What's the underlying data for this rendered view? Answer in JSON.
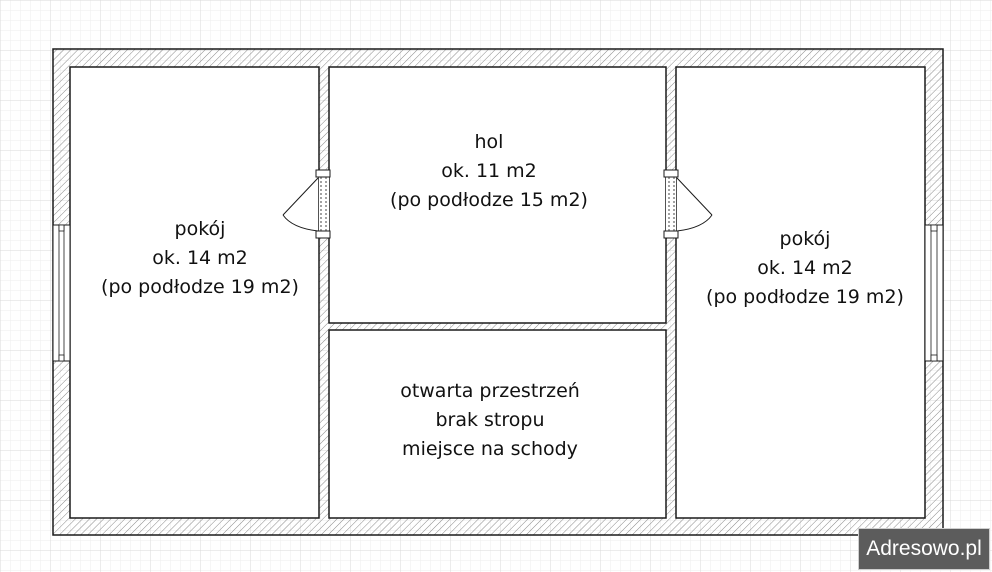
{
  "rooms": {
    "left": {
      "name": "pokój",
      "area": "ok. 14 m2",
      "floor_area": "(po podłodze 19 m2)"
    },
    "hall": {
      "name": "hol",
      "area": "ok. 11 m2",
      "floor_area": "(po podłodze 15 m2)"
    },
    "right": {
      "name": "pokój",
      "area": "ok. 14 m2",
      "floor_area": "(po podłodze 19 m2)"
    },
    "open_space": {
      "line1": "otwarta przestrzeń",
      "line2": "brak stropu",
      "line3": "miejsce na schody"
    }
  },
  "watermark": "Adresowo.pl",
  "colors": {
    "grid_minor": "#ececec",
    "grid_major": "#d8d8d8",
    "wall_hatch": "#8a8a8a",
    "stroke": "#1a1a1a"
  }
}
